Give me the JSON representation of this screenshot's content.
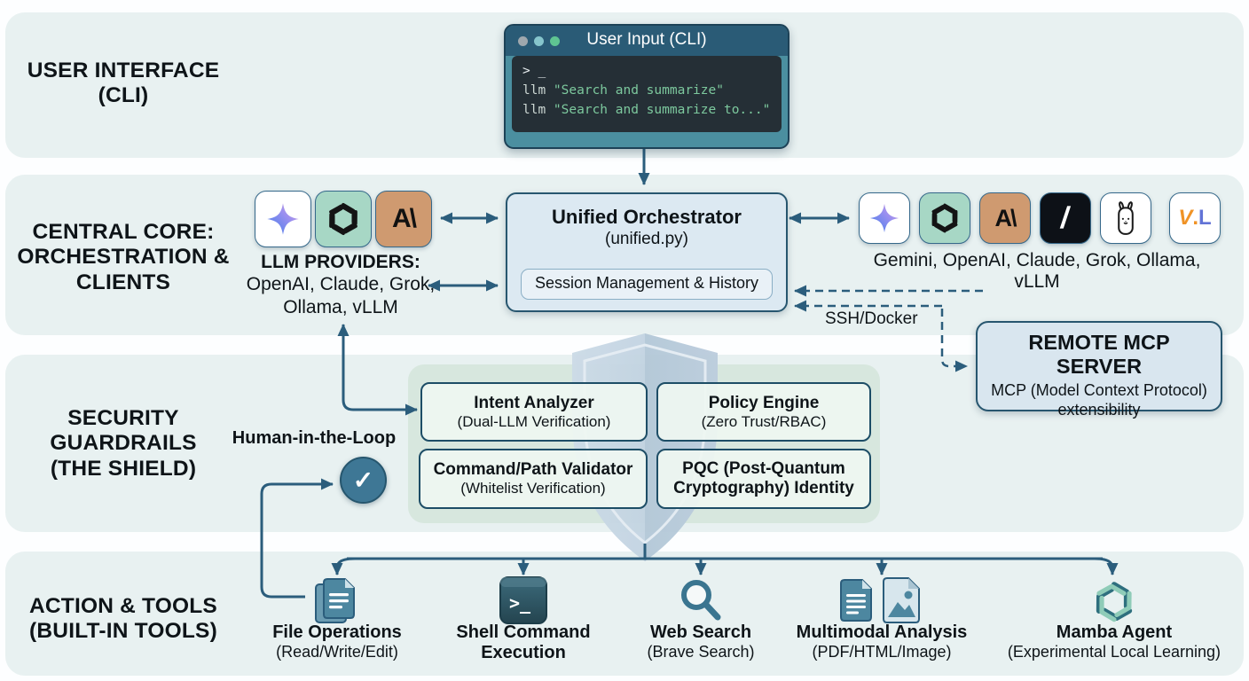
{
  "sections": [
    {
      "label": "USER INTERFACE\n(CLI)"
    },
    {
      "label": "CENTRAL CORE:\nORCHESTRATION &\nCLIENTS"
    },
    {
      "label": "SECURITY\nGUARDRAILS\n(THE SHIELD)"
    },
    {
      "label": "ACTION & TOOLS\n(BUILT-IN TOOLS)"
    }
  ],
  "terminal": {
    "title": "User Input (CLI)",
    "prompt": "> _",
    "commands": [
      {
        "prefix": "llm ",
        "quote": "\"Search and summarize\""
      },
      {
        "prefix": "llm ",
        "quote": "\"Search and summarize to...\""
      }
    ]
  },
  "providers_left": {
    "heading": "LLM PROVIDERS:",
    "names": "OpenAI, Claude, Grok,\nOllama, vLLM",
    "icons": [
      "gemini",
      "openai",
      "anthropic"
    ]
  },
  "orchestrator": {
    "title": "Unified Orchestrator",
    "subtitle": "(unified.py)",
    "session": "Session Management & History"
  },
  "clients_right": {
    "caption": "Gemini, OpenAI, Claude, Grok, Ollama, vLLM",
    "icons": [
      "gemini",
      "openai",
      "anthropic",
      "grok",
      "ollama",
      "vllm"
    ],
    "anthropic_glyph": "A\\",
    "grok_glyph": "/",
    "vllm_v": "V",
    "vllm_dot": ".",
    "vllm_l": "L"
  },
  "mcp": {
    "title": "REMOTE MCP SERVER",
    "subtitle": "MCP (Model Context Protocol) extensibility"
  },
  "ssh_label": "SSH/Docker",
  "security": {
    "hitl": "Human-in-the-Loop",
    "check_glyph": "✓",
    "boxes": [
      {
        "title": "Intent Analyzer",
        "subtitle": "(Dual-LLM Verification)"
      },
      {
        "title": "Policy Engine",
        "subtitle": "(Zero Trust/RBAC)"
      },
      {
        "title": "Command/Path Validator",
        "subtitle": "(Whitelist Verification)"
      },
      {
        "title": "PQC (Post-Quantum\nCryptography) Identity",
        "subtitle": ""
      }
    ]
  },
  "tools": {
    "items": [
      {
        "title": "File Operations",
        "subtitle": "(Read/Write/Edit)",
        "icon": "file-operations"
      },
      {
        "title": "Shell Command Execution",
        "subtitle": "",
        "icon": "shell-terminal"
      },
      {
        "title": "Web Search",
        "subtitle": "(Brave Search)",
        "icon": "magnifier"
      },
      {
        "title": "Multimodal Analysis",
        "subtitle": "(PDF/HTML/Image)",
        "icon": "documents-image"
      },
      {
        "title": "Mamba Agent",
        "subtitle": "(Experimental Local Learning)",
        "icon": "mamba-knot"
      }
    ]
  },
  "colors": {
    "accent": "#2b5d7c",
    "band": "#e8f1f1",
    "security_panel": "#d7e7de",
    "terminal_green": "#7dc99e",
    "openai_tile": "#a7d7c5",
    "anthropic_tile": "#cf9a70",
    "grok_tile": "#0d1117",
    "check_circle": "#3e7795"
  }
}
